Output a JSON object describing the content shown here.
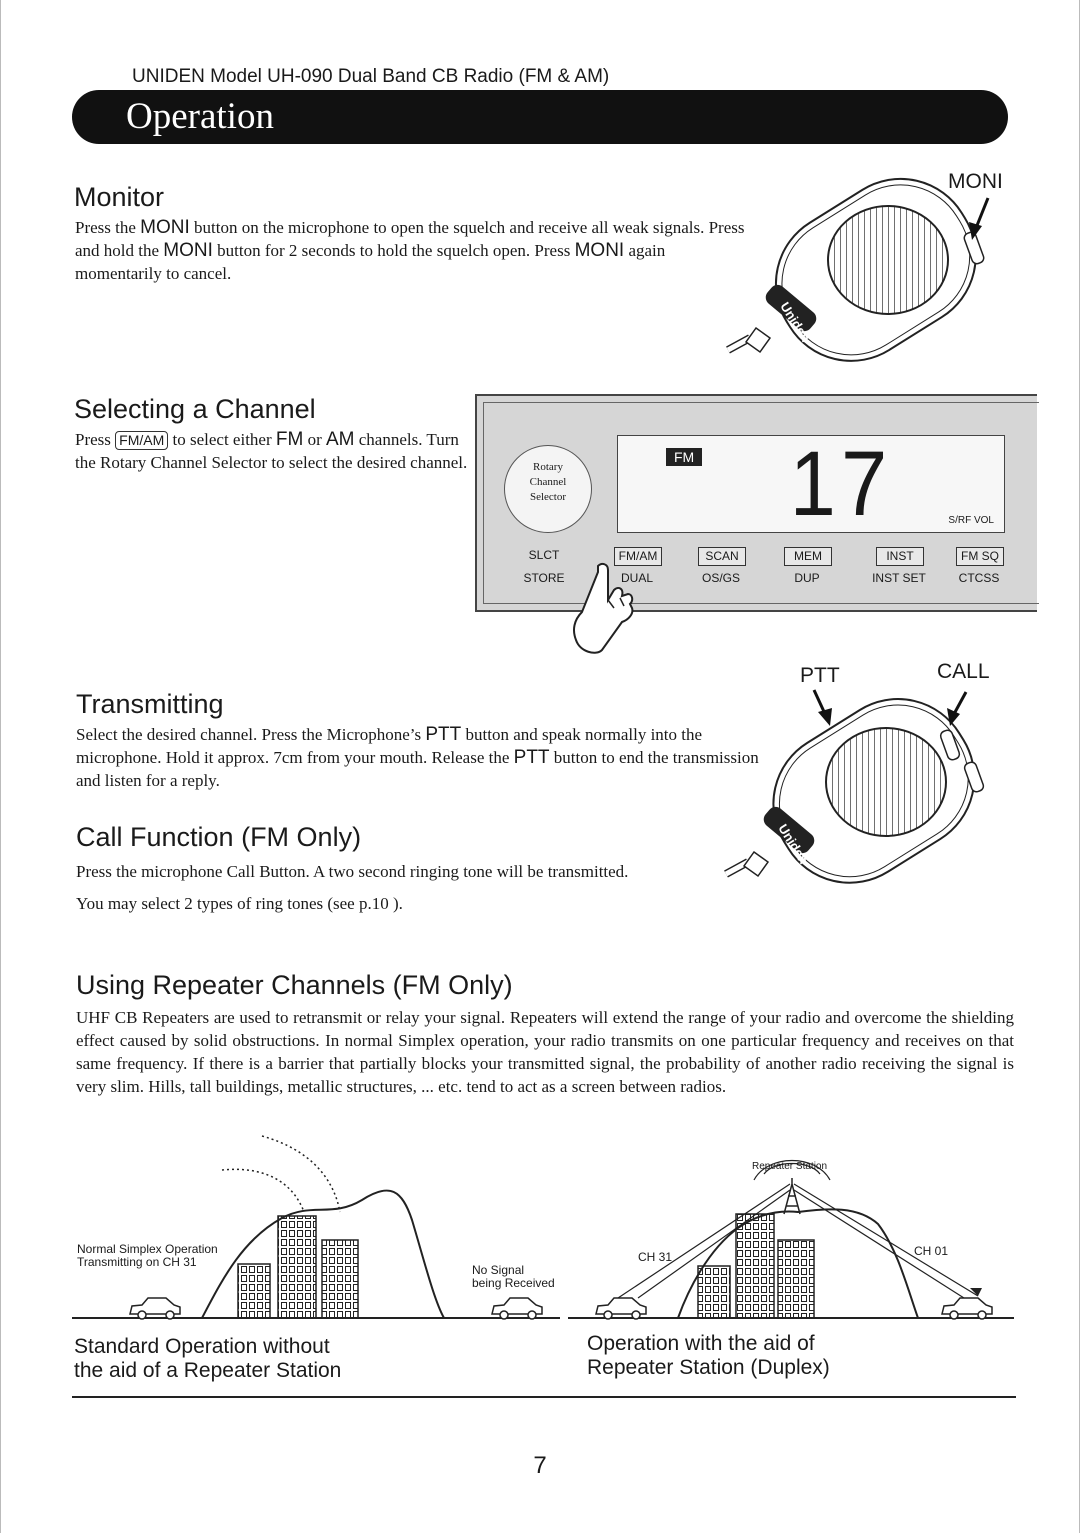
{
  "header": {
    "model": "UNIDEN Model UH-090 Dual Band CB Radio (FM & AM)",
    "title": "Operation"
  },
  "monitor": {
    "title": "Monitor",
    "p1": "Press the ",
    "k1": "MONI",
    "p2": " button on the microphone to open the squelch and receive all weak signals. Press and hold the ",
    "k2": "MONI",
    "p3": " button for 2 seconds to hold the squelch open.  Press ",
    "k3": "MONI",
    "p4": " again momentarily to cancel.",
    "mic_label": "MONI",
    "brand": "Uniden"
  },
  "channel": {
    "title": "Selecting a Channel",
    "p1": "Press ",
    "key": "FM/AM",
    "p2": " to select either ",
    "k1": "FM",
    "p3": " or ",
    "k2": "AM",
    "p4": " channels. Turn the Rotary Channel Selector to select the desired channel."
  },
  "radio_panel": {
    "rotary": [
      "Rotary",
      "Channel",
      "Selector"
    ],
    "lcd_mode": "FM",
    "lcd_channel": "17",
    "lcd_vol": "S/RF VOL",
    "buttons_top": [
      "SLCT",
      "FM/AM",
      "SCAN",
      "MEM",
      "INST",
      "FM SQ"
    ],
    "buttons_bottom": [
      "STORE",
      "DUAL",
      "OS/GS",
      "DUP",
      "INST SET",
      "CTCSS"
    ]
  },
  "transmitting": {
    "title": "Transmitting",
    "p1": "Select the desired channel.   Press the Microphone’s ",
    "k1": "PTT",
    "p2": " button and speak normally into the microphone. Hold it approx. 7cm from your mouth.  Release the ",
    "k2": "PTT",
    "p3": " button to end the transmission and listen for a reply.",
    "ptt_label": "PTT",
    "call_label": "CALL",
    "brand": "Uniden"
  },
  "call": {
    "title": "Call Function (FM Only)",
    "line1": "Press the microphone Call Button.  A two second ringing tone will be transmitted.",
    "line2": "You may select 2 types of ring tones (see p.10 )."
  },
  "repeater": {
    "title": "Using Repeater Channels (FM Only)",
    "text": "UHF CB Repeaters are used to retransmit or relay your signal. Repeaters will extend the range of your radio and overcome the shielding effect caused by solid obstructions. In normal Simplex operation, your radio transmits on one particular frequency and receives on that same frequency. If there is a barrier that partially blocks your transmitted signal, the probability of another radio receiving the signal is very slim. Hills, tall buildings, metallic structures, ... etc. tend to act as a screen between radios."
  },
  "diagram_left": {
    "label1": "Normal Simplex Operation",
    "label2": "Transmitting on CH 31",
    "no_signal1": "No Signal",
    "no_signal2": "being Received",
    "caption1": "Standard Operation without",
    "caption2": "the aid of a Repeater Station"
  },
  "diagram_right": {
    "station": "Repeater Station",
    "ch_left": "CH 31",
    "ch_right": "CH 01",
    "caption1": "Operation with the aid of",
    "caption2": "Repeater Station (Duplex)"
  },
  "page_number": "7"
}
